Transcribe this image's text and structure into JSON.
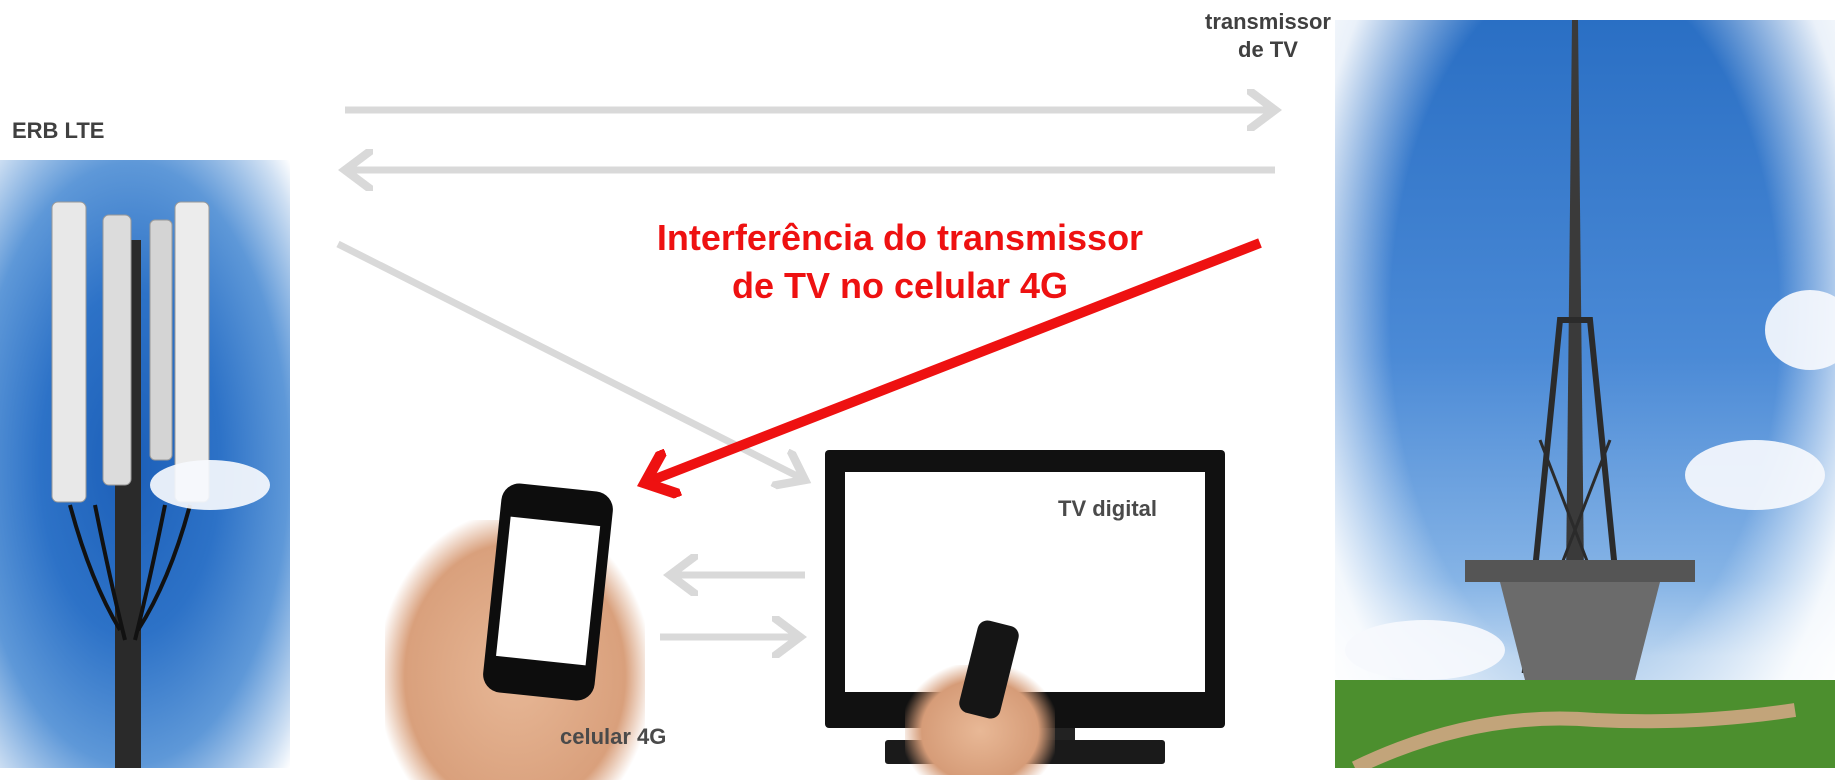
{
  "labels": {
    "erb": "ERB LTE",
    "transmitter_line1": "transmissor",
    "transmitter_line2": "de TV",
    "tv": "TV digital",
    "phone": "celular 4G"
  },
  "interference": {
    "line1": "Interferência do transmissor",
    "line2": "de TV no celular 4G"
  },
  "colors": {
    "arrow_gray": "#d9d9d9",
    "interference_red": "#ee1111",
    "label_gray": "#404040"
  },
  "icons": [
    "lte-antenna-photo",
    "tv-tower-photo",
    "digital-tv-icon",
    "smartphone-icon",
    "remote-control-icon"
  ]
}
